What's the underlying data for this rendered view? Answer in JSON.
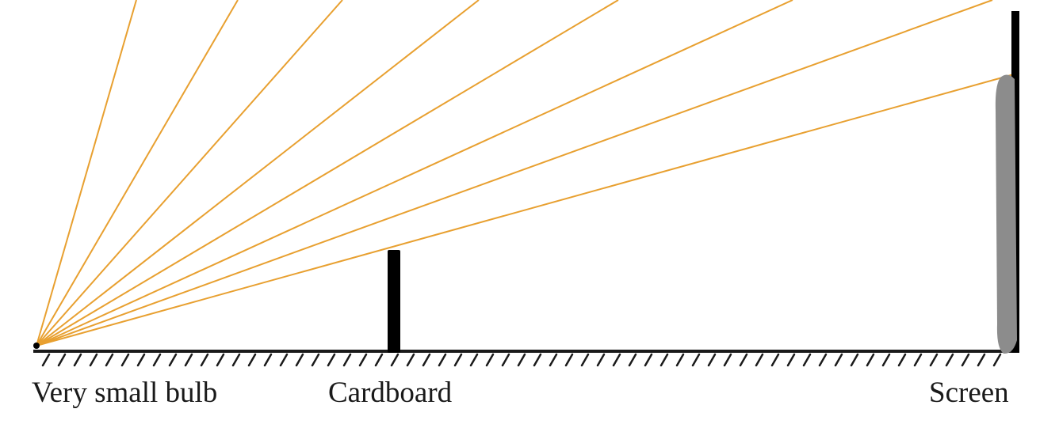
{
  "labels": {
    "bulb": "Very small bulb",
    "cardboard": "Cardboard",
    "screen": "Screen"
  },
  "colors": {
    "rays": "#E8A030",
    "objects": "#000000",
    "shadow": "#8C8C8C",
    "ground": "#1a1a1a"
  },
  "ray_count": 8
}
